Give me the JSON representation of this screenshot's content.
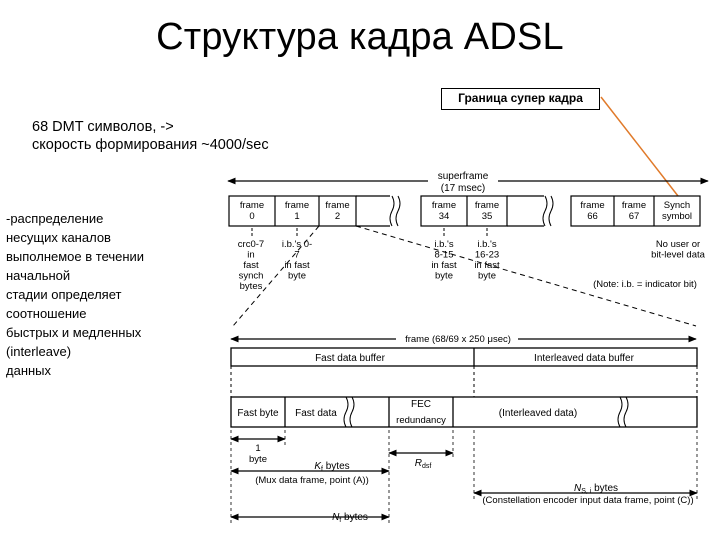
{
  "title": "Структура кадра ADSL",
  "callout_label": "Граница супер кадра",
  "note_top": [
    "68 DMT символов, ->",
    "скорость формирования ~4000/sec"
  ],
  "note_left": [
    "-распределение",
    "несущих каналов",
    "выполнемое в течении",
    "начальной",
    "стадии определяет",
    "соотношение",
    "быстрых и медленных",
    "(interleave)",
    "данных"
  ],
  "colors": {
    "callout_line": "#e07a2a",
    "text": "#000000"
  },
  "superframe": {
    "label": [
      "superframe",
      "(17 msec)"
    ]
  },
  "frames": [
    {
      "lines": [
        "frame",
        "0"
      ]
    },
    {
      "lines": [
        "frame",
        "1"
      ]
    },
    {
      "lines": [
        "frame",
        "2"
      ]
    },
    {
      "lines": [
        "frame",
        "34"
      ]
    },
    {
      "lines": [
        "frame",
        "35"
      ]
    },
    {
      "lines": [
        "frame",
        "66"
      ]
    },
    {
      "lines": [
        "frame",
        "67"
      ]
    },
    {
      "lines": [
        "Synch",
        "symbol"
      ]
    }
  ],
  "frame_notes": [
    {
      "lines": [
        "crc0-7",
        "in",
        "fast",
        "synch",
        "bytes"
      ]
    },
    {
      "lines": [
        "i.b.'s 0-",
        "7",
        "in fast",
        "byte"
      ]
    },
    {
      "lines": [
        "i.b.'s",
        "8-15",
        "in fast",
        "byte"
      ]
    },
    {
      "lines": [
        "i.b.'s",
        "16-23",
        "in fast",
        "byte"
      ]
    },
    {
      "lines": [
        "No user or",
        "bit-level data"
      ]
    }
  ],
  "indicator_note": "(Note: i.b. = indicator bit)",
  "frame_label": "frame (68/69 x 250 μsec)",
  "buffers": {
    "fast": "Fast data buffer",
    "interleaved": "Interleaved data buffer"
  },
  "mux": {
    "fast_byte": "Fast byte",
    "fast_data": "Fast data",
    "fec": [
      "FEC",
      "redundancy"
    ],
    "interleaved": "(Interleaved data)"
  },
  "dims": {
    "one_byte": [
      "1",
      "byte"
    ],
    "kf": "K",
    "kf_sub": "f",
    "kf_suffix": " bytes",
    "mux_point": "(Mux data frame, point (A))",
    "rdsf": "R",
    "rdsf_sub": "dsf",
    "ns": "N",
    "ns_sub": "S, i",
    "ns_suffix": " bytes",
    "constellation": "(Constellation encoder input data frame, point (C))",
    "nf": "N",
    "nf_sub": "f",
    "nf_suffix": " bytes"
  }
}
